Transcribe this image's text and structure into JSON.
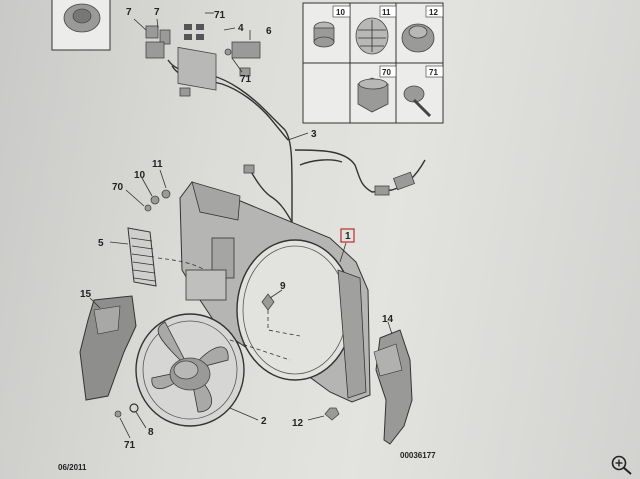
{
  "labels": {
    "p1": "1",
    "p2": "2",
    "p3": "3",
    "p4": "4",
    "p5": "5",
    "p6": "6",
    "p7a": "7",
    "p7b": "7",
    "p8": "8",
    "p9": "9",
    "p10": "10",
    "p11": "11",
    "p12": "12",
    "p14": "14",
    "p15": "15",
    "p70": "70",
    "p71a": "71",
    "p71b": "71",
    "p71c": "71",
    "inset10": "10",
    "inset11": "11",
    "inset12": "12",
    "inset70": "70",
    "inset71": "71"
  },
  "footer": {
    "date": "06/2011",
    "ref": "00036177"
  },
  "icons": {
    "zoom": "magnifier-plus-icon"
  }
}
